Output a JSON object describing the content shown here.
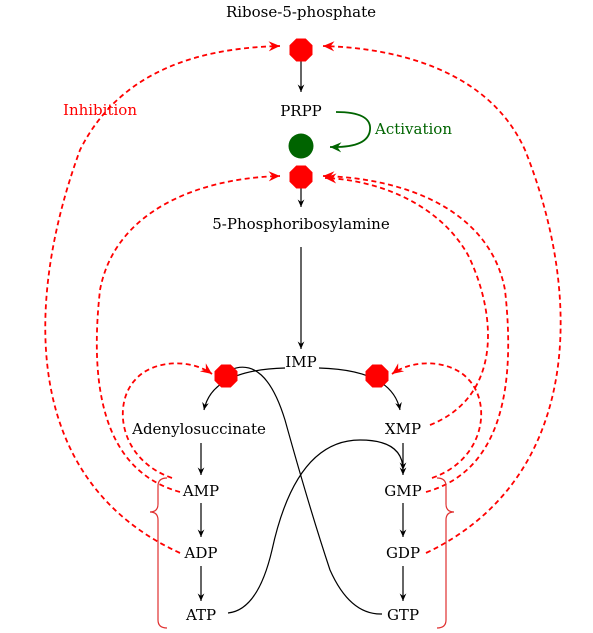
{
  "nodes": {
    "r5p": "Ribose-5-phosphate",
    "prpp": "PRPP",
    "pra": "5-Phosphoribosylamine",
    "imp": "IMP",
    "adenylosuccinate": "Adenylosuccinate",
    "xmp": "XMP",
    "amp": "AMP",
    "adp": "ADP",
    "atp": "ATP",
    "gmp": "GMP",
    "gdp": "GDP",
    "gtp": "GTP"
  },
  "labels": {
    "inhibition": "Inhibition",
    "activation": "Activation"
  },
  "colors": {
    "inhibition": "#ff0000",
    "activation": "#006400",
    "enzyme_inhibited": "#ff0000",
    "enzyme_activated": "#006400",
    "bracket": "#e03030",
    "arrow": "#000000"
  },
  "enzyme_markers": [
    {
      "name": "prpp-synthetase-marker",
      "shape": "octagon",
      "status": "inhibited"
    },
    {
      "name": "activation-marker",
      "shape": "circle",
      "status": "activated"
    },
    {
      "name": "amidotransferase-marker",
      "shape": "octagon",
      "status": "inhibited"
    },
    {
      "name": "adenylosuccinate-synthetase-marker",
      "shape": "octagon",
      "status": "inhibited"
    },
    {
      "name": "imp-dehydrogenase-marker",
      "shape": "octagon",
      "status": "inhibited"
    }
  ]
}
